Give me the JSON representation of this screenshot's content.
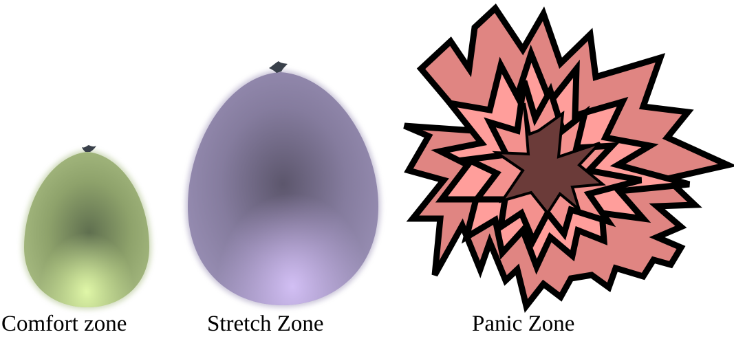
{
  "zones": [
    {
      "label": "Comfort zone",
      "icon": "balloon-small-icon",
      "colors": {
        "light": "#d8f1a1",
        "mid": "#9fb17a",
        "dark": "#5f6f4f",
        "knot": "#39404a"
      }
    },
    {
      "label": "Stretch Zone",
      "icon": "balloon-large-icon",
      "colors": {
        "light": "#cbb6ee",
        "mid": "#8e85a8",
        "dark": "#5c566c",
        "knot": "#39404a"
      }
    },
    {
      "label": "Panic Zone",
      "icon": "burst-explosion-icon",
      "colors": {
        "outer": "#e08582",
        "middle": "#ff9e9b",
        "inner": "#f3918e",
        "core": "#6b3b39",
        "outline": "#000000"
      }
    }
  ]
}
